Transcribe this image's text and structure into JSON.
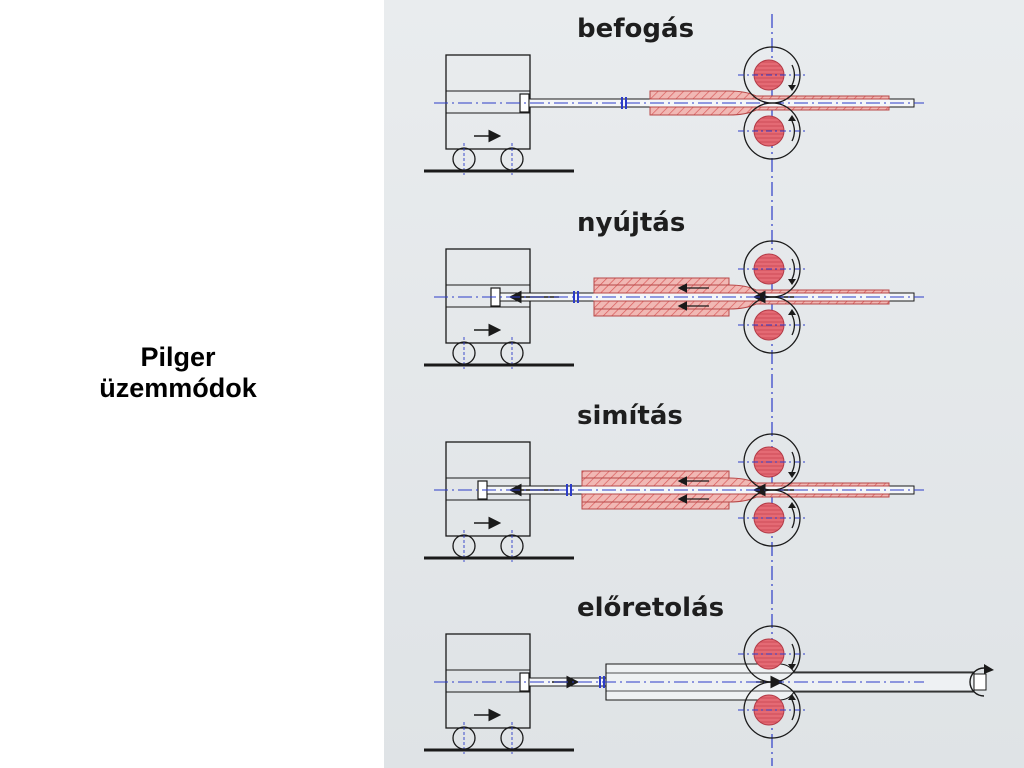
{
  "side_title": {
    "line1": "Pilger",
    "line2": "üzemmódok"
  },
  "panel": {
    "steps": [
      {
        "label": "befogás",
        "rod_arrow": "none",
        "tube_arrows": "none",
        "tube": "unrolled"
      },
      {
        "label": "nyújtás",
        "rod_arrow": "left",
        "tube_arrows": "left",
        "tube": "long"
      },
      {
        "label": "simítás",
        "rod_arrow": "left",
        "tube_arrows": "left",
        "tube": "long"
      },
      {
        "label": "előretolás",
        "rod_arrow": "right",
        "tube_arrows": "right",
        "tube": "open"
      }
    ]
  },
  "colors": {
    "line": "#1a1a1a",
    "centerline": "#2c3cc8",
    "roll": "#e46a74",
    "tube_fill": "#f1b8b4",
    "hatch": "#d85a5a"
  },
  "icons": [
    "carriage-icon",
    "wheel-icon",
    "roll-icon",
    "rotation-arrow-icon",
    "mandrel-rod-icon",
    "tube-icon"
  ]
}
